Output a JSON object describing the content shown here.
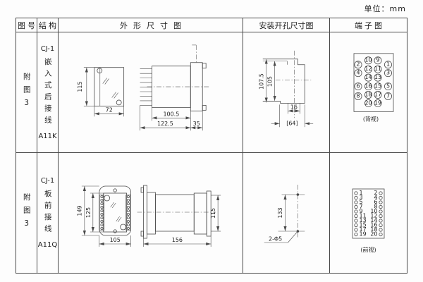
{
  "page": {
    "unit_label": "单位：mm"
  },
  "table": {
    "headers": {
      "fig_no": "图号",
      "structure": "结构",
      "outline": "外形尺寸图",
      "install": "安装开孔尺寸图",
      "terminal": "端子图"
    }
  },
  "rows": [
    {
      "fig_no": "附图3",
      "structure": {
        "model": "CJ-1",
        "mounting": "嵌入式后接线",
        "code": "A11K"
      },
      "outline_dims": {
        "front_height": "115",
        "front_width": "72",
        "body_length": "100.5",
        "total_length": "122.5",
        "flange_depth": "35"
      },
      "install_dims": {
        "outer_height": "107.5",
        "inner_height": "105",
        "slot_width": "16",
        "overall_width": "[64]"
      },
      "terminal": {
        "view_label": "(背视)",
        "mid_left": [
          "10",
          "12",
          "14",
          "16",
          "18",
          "20"
        ],
        "mid_right": [
          "9",
          "11",
          "13",
          "15",
          "17",
          "19"
        ],
        "outer_left": [
          "2",
          "4",
          "6",
          "8"
        ],
        "outer_right": [
          "1",
          "3",
          "5",
          "7"
        ]
      }
    },
    {
      "fig_no": "附图3",
      "structure": {
        "model": "CJ-1",
        "mounting": "板前接线",
        "code": "A11Q"
      },
      "outline_dims": {
        "outer_height": "149",
        "inner_height": "125",
        "front_width": "105",
        "body_length": "156",
        "side_height": "115"
      },
      "install_dims": {
        "hole_spacing": "133",
        "hole_label": "2-Φ5"
      },
      "terminal": {
        "view_label": "(前视)",
        "left": [
          "1",
          "3",
          "5",
          "7",
          "9",
          "11",
          "13",
          "15",
          "17",
          "19"
        ],
        "right": [
          "2",
          "4",
          "6",
          "8",
          "10",
          "12",
          "14",
          "16",
          "18",
          "20"
        ]
      }
    }
  ]
}
